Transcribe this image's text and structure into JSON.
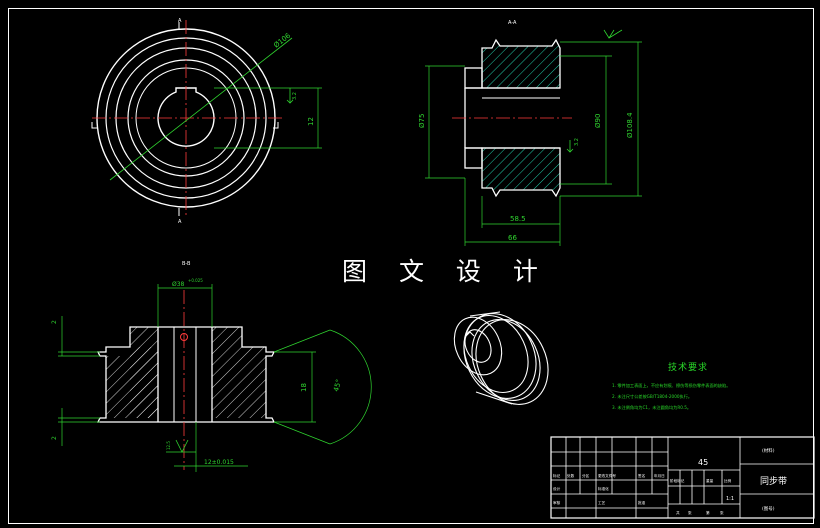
{
  "watermark": "图 文 设 计",
  "section_marks": {
    "front_top": "A",
    "front_bottom": "A",
    "side_top": "A-A",
    "bottom_view": "B-B"
  },
  "dimensions": {
    "front_outer_dia": "Ø106",
    "front_keyway_width": "12",
    "side_left_dia": "Ø75",
    "side_inner_dia": "Ø90",
    "side_outer_dia": "Ø108.4",
    "side_width_inner": "58.5",
    "side_width_total": "66",
    "bottom_hub_dia": "Ø38",
    "bottom_height": "18",
    "bottom_angle": "45°",
    "bottom_chamfer_top": "2",
    "bottom_chamfer_bottom": "2",
    "bottom_keyway": "12±0.015",
    "bottom_tolerance": "+0.025",
    "roughness_value": "12.5",
    "roughness_value_2": "3.2"
  },
  "tech_requirements": {
    "title": "技术要求",
    "items": [
      "1. 零件加工表面上，不应有划痕、擦伤等损伤零件表面的缺陷。",
      "2. 未注尺寸公差按GB/T1804-2000执行。",
      "3. 未注倒角均为C1，未注圆角均为R0.5。"
    ]
  },
  "title_block": {
    "material": "45",
    "part_name": "同步带",
    "material_label": "(材料)",
    "drawing_no_label": "(图号)",
    "scale": "1:1",
    "row_labels": [
      "标记",
      "处数",
      "分区",
      "更改文件号",
      "签名",
      "年月日"
    ],
    "row_labels_2": [
      "设计",
      "标准化",
      "阶段标记",
      "重量",
      "比例"
    ],
    "row_labels_3": [
      "审核",
      "工艺",
      "批准"
    ],
    "sheet_labels": [
      "共",
      "张",
      "第",
      "张"
    ]
  },
  "colors": {
    "line": "#ffffff",
    "center": "#ff3b3b",
    "dim": "#2fd42f",
    "hatch": "#22c9a6",
    "tech": "#28d628"
  }
}
